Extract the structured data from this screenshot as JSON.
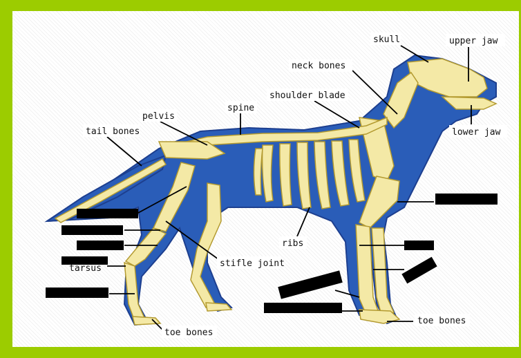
{
  "labels": {
    "skull": "skull",
    "upper_jaw": "upper jaw",
    "neck_bones": "neck bones",
    "shoulder_blade": "shoulder blade",
    "spine": "spine",
    "pelvis": "pelvis",
    "tail_bones": "tail bones",
    "lower_jaw": "lower jaw",
    "ribs": "ribs",
    "stifle_joint": "stifle joint",
    "tarsus": "tarsus",
    "toe_bones_hind": "toe bones",
    "toe_bones_front": "toe bones"
  },
  "colors": {
    "frame": "#9ccc00",
    "body": "#2a5db8",
    "body_dark": "#1d3f8f",
    "bone": "#f4e9a6",
    "bone_shade": "#c9b24a",
    "redaction": "#000000"
  }
}
